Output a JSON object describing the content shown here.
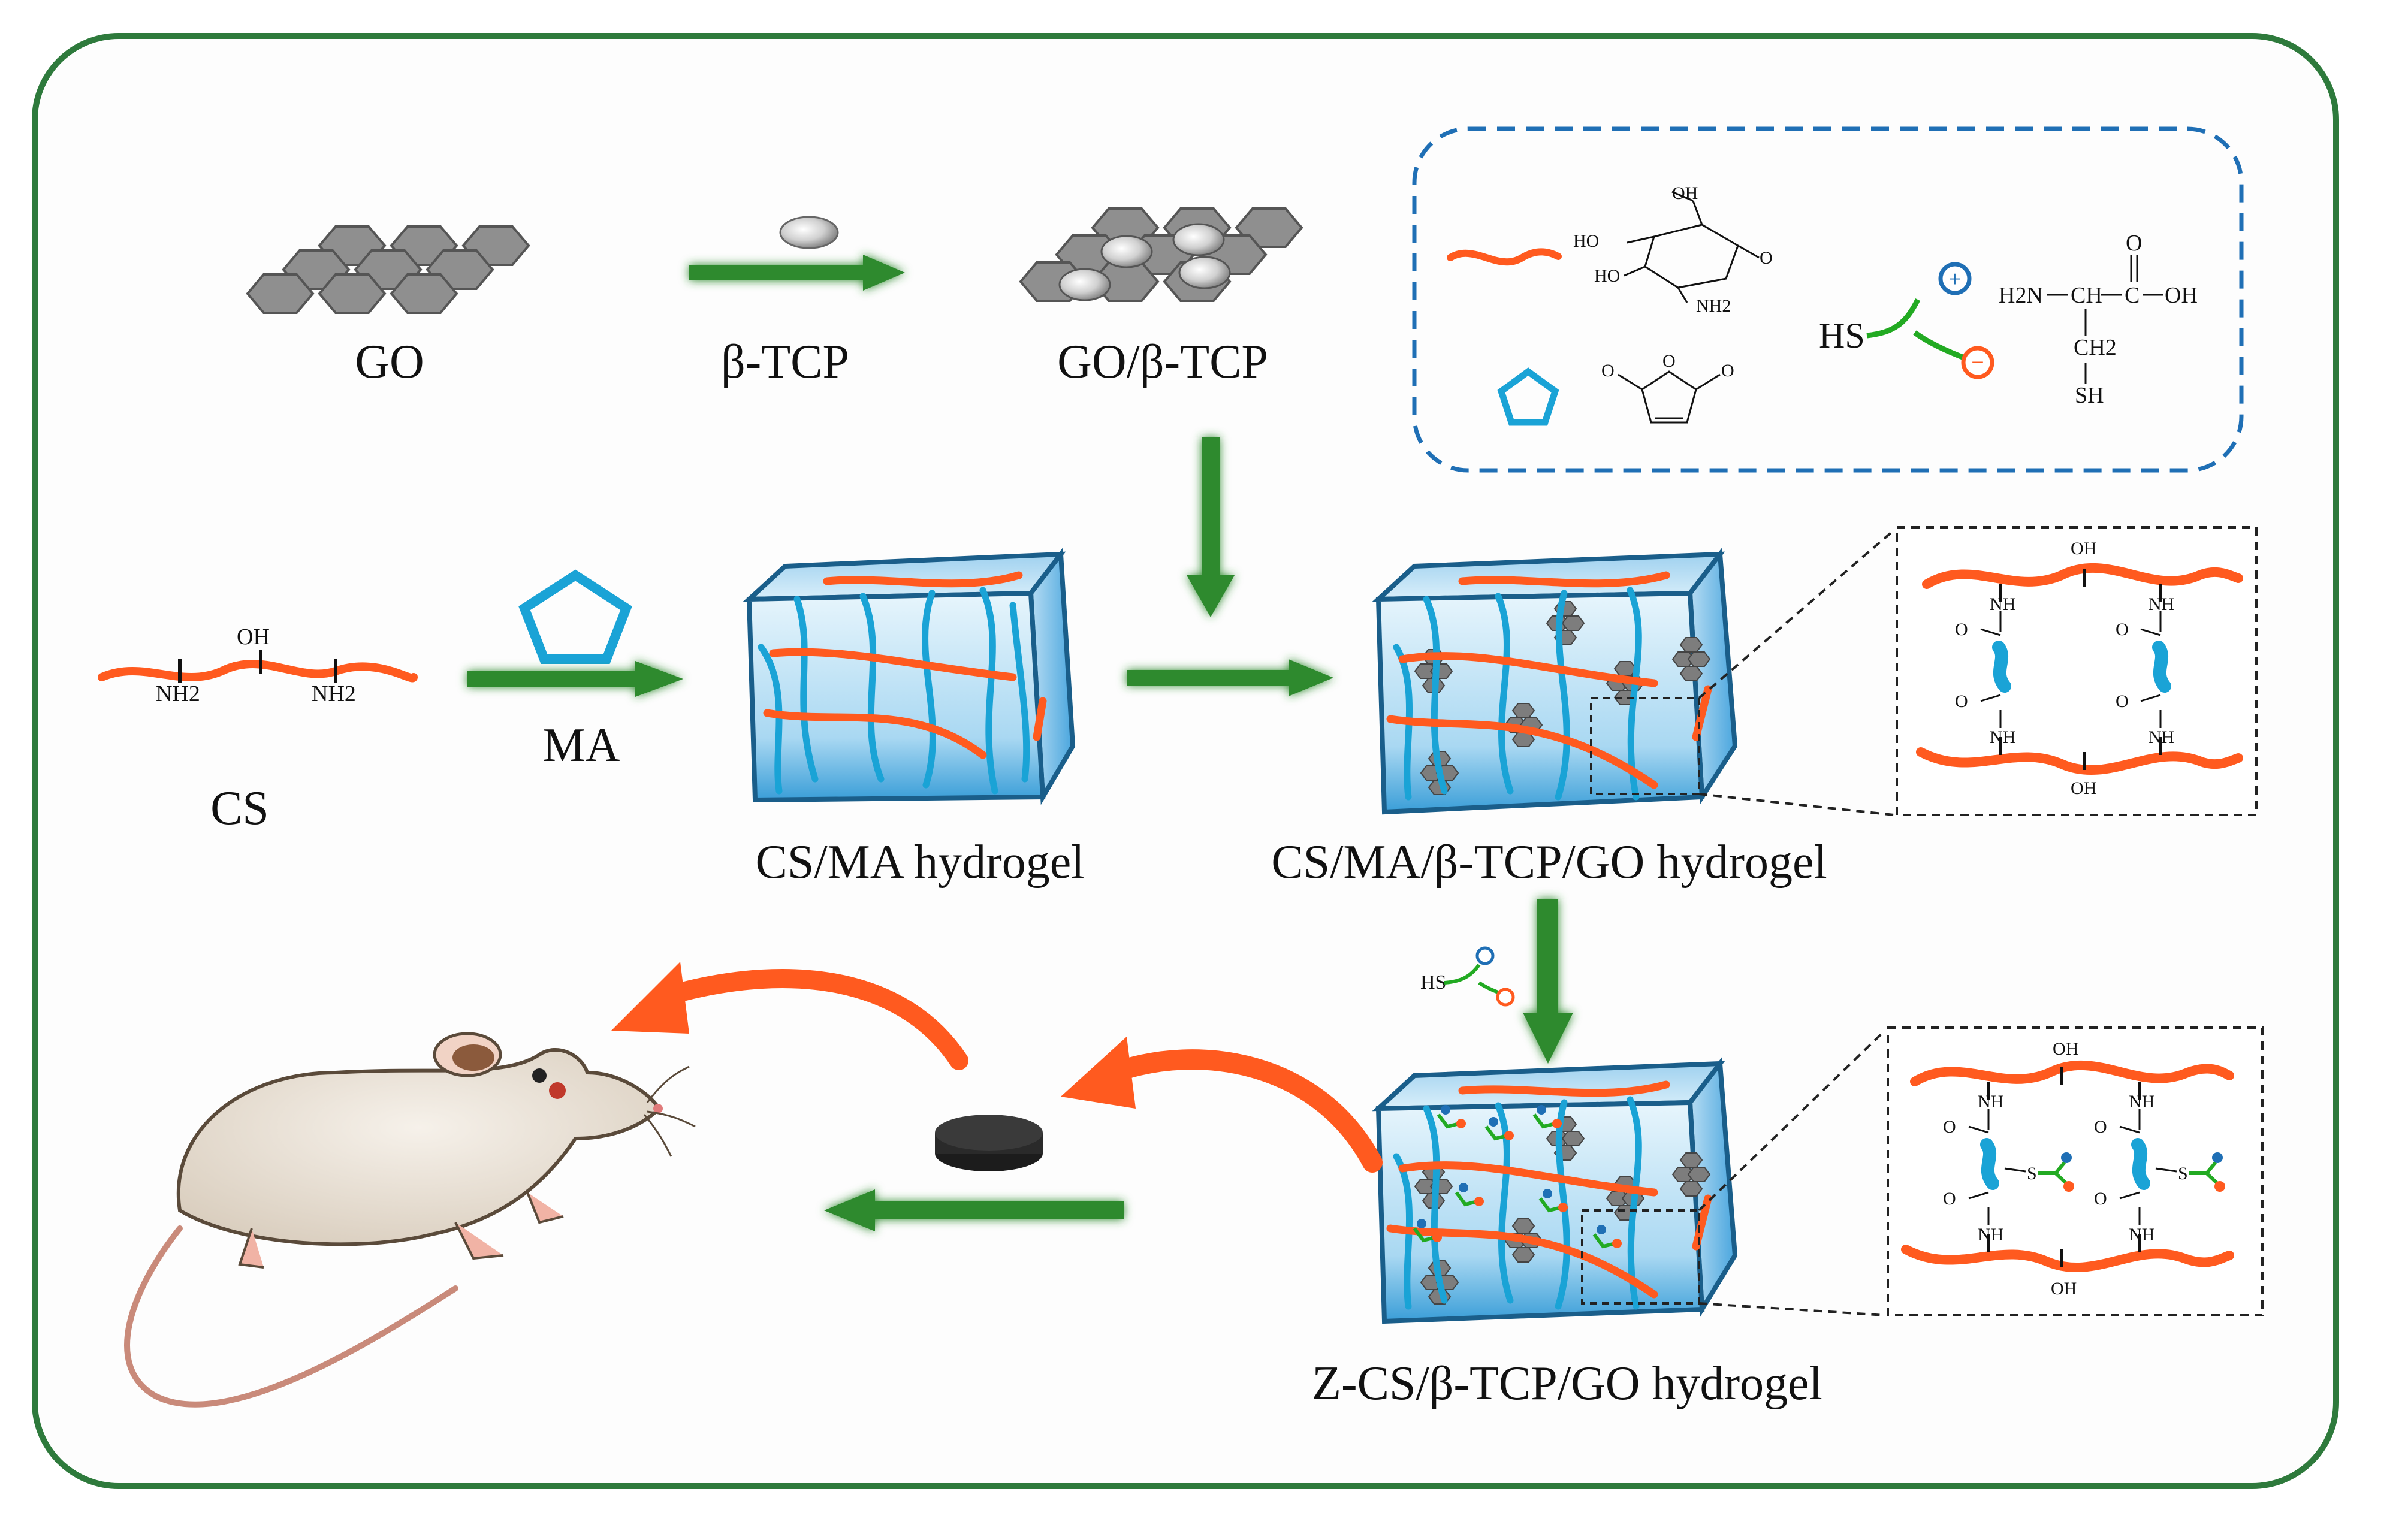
{
  "labels": {
    "go": "GO",
    "btcp": "β-TCP",
    "go_btcp": "GO/β-TCP",
    "cs": "CS",
    "ma": "MA",
    "cs_ma_hydrogel": "CS/MA hydrogel",
    "cs_ma_btcp_go_hydrogel": "CS/MA/β-TCP/GO hydrogel",
    "z_cs_hydrogel": "Z-CS/β-TCP/GO hydrogel"
  },
  "chem": {
    "oh": "OH",
    "nh2": "NH2",
    "nh": "NH",
    "o": "O",
    "hs": "HS",
    "s": "S",
    "ho": "HO",
    "ch2": "CH2",
    "sh": "SH",
    "ch": "CH",
    "c": "C",
    "h2n": "H2N",
    "plus": "+",
    "minus": "−"
  },
  "colors": {
    "frame": "#2e7a3c",
    "arrow_green": "#2f8a2f",
    "arrow_orange": "#ff5a1f",
    "chain_orange": "#ff5a1f",
    "chain_blue": "#1aa3d6",
    "legend_border": "#1f6fb5",
    "go_gray": "#8c8c8c",
    "hydrogel_blue": "#bfe3f6"
  }
}
